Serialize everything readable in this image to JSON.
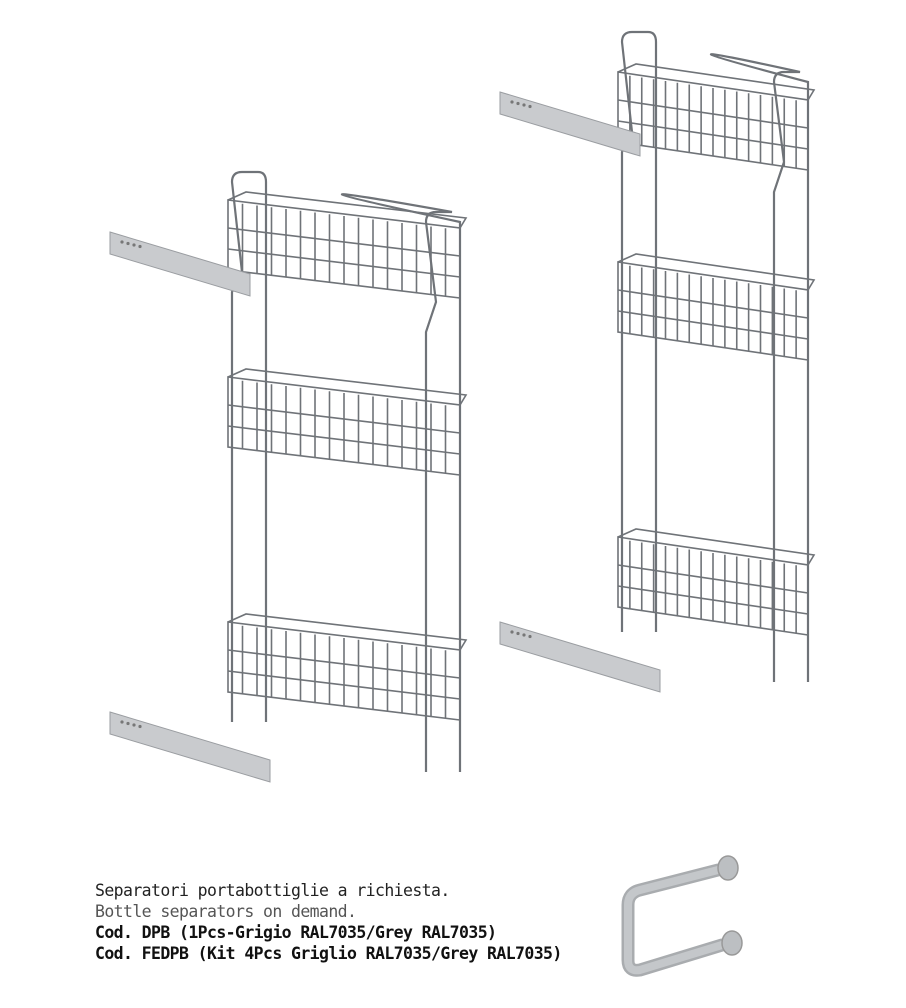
{
  "caption": {
    "line_it": "Separatori portabottiglie a richiesta.",
    "line_en": "Bottle separators on demand.",
    "code_dpb": "Cod. DPB (1Pcs-Grigio RAL7035/Grey RAL7035)",
    "code_fedpb": "Cod. FEDPB (Kit 4Pcs Griglio RAL7035/Grey RAL7035)"
  },
  "colors": {
    "wire": "#6f7378",
    "rail": "#c9cbce",
    "separator": "#b9bcbf"
  }
}
